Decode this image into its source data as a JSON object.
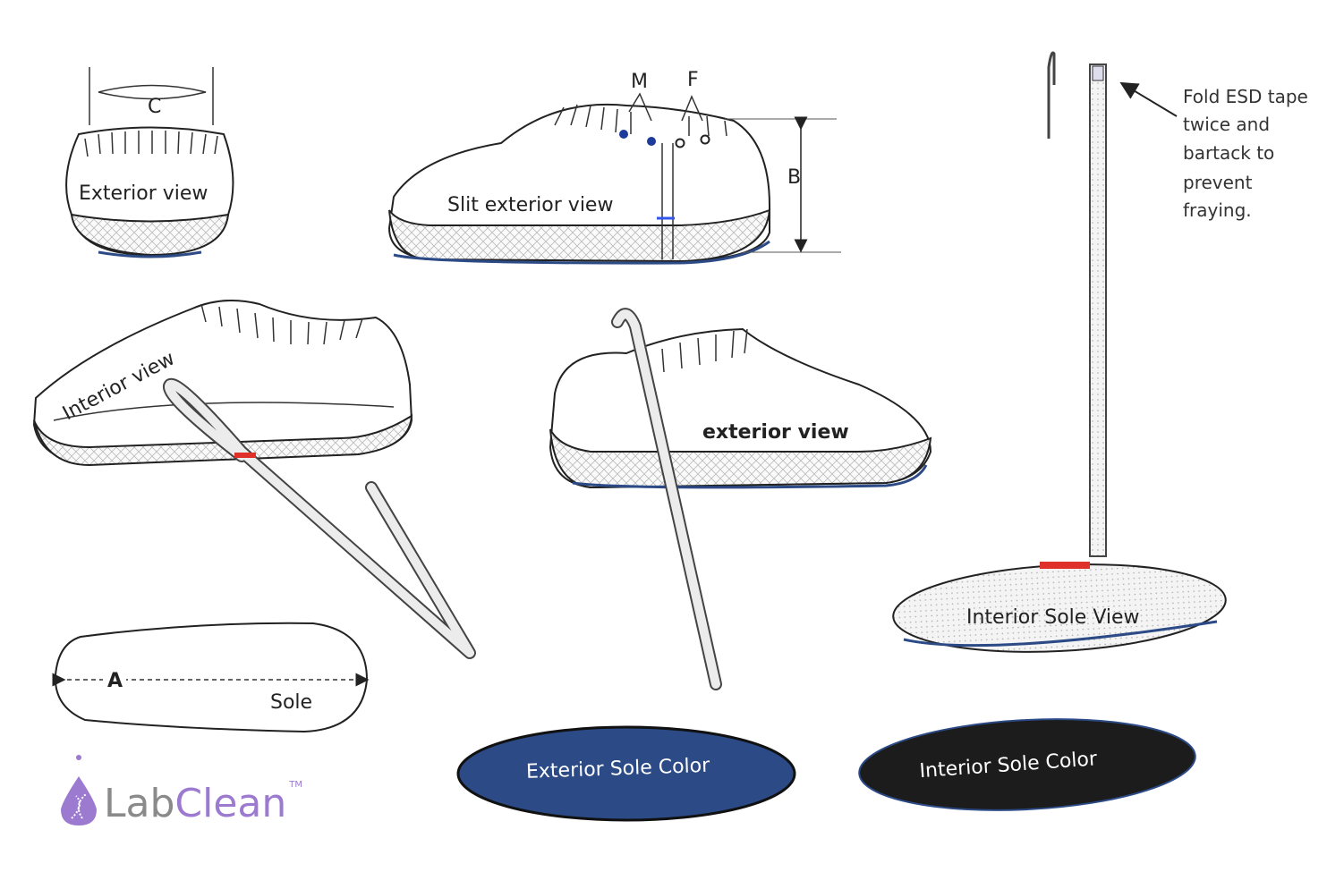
{
  "labels": {
    "c_dimension": "C",
    "exterior_view_top": "Exterior view",
    "m_marker": "M",
    "f_marker": "F",
    "b_dimension": "B",
    "slit_exterior_view": "Slit exterior view",
    "interior_view": "Interior view",
    "exterior_view": "exterior view",
    "interior_sole_view": "Interior Sole View",
    "a_dimension": "A",
    "sole": "Sole",
    "exterior_sole_color": "Exterior Sole Color",
    "interior_sole_color": "Interior Sole Color"
  },
  "note": {
    "lines": [
      "Fold ESD tape",
      "twice and",
      "bartack to",
      "prevent",
      "fraying."
    ]
  },
  "logo": {
    "part1": "Lab",
    "part2": "Clean",
    "tm": "TM"
  },
  "colors": {
    "exterior_sole": "#2b4a86",
    "interior_sole": "#1c1c1c",
    "bartack": "#e0302a",
    "logo_purple": "#9b7ad0",
    "logo_gray": "#8a8a8a"
  }
}
